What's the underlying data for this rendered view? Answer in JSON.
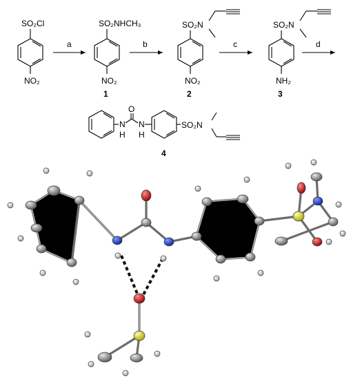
{
  "scheme": {
    "start": {
      "group": "SO₂Cl",
      "para": "NO₂"
    },
    "steps": [
      "a",
      "b",
      "c",
      "d"
    ],
    "compound1": {
      "number": "1",
      "group": "SO₂NHCH₃",
      "para": "NO₂"
    },
    "compound2": {
      "number": "2",
      "group": "SO₂N",
      "para": "NO₂"
    },
    "compound3": {
      "number": "3",
      "group": "SO₂N",
      "para": "NH₂"
    },
    "compound4": {
      "number": "4",
      "urea_o": "O",
      "nh_left": "N",
      "h_left": "H",
      "nh_right": "N",
      "h_right": "H",
      "group": "SO₂N"
    }
  },
  "crystal": {
    "atom_colors": {
      "carbon": "#8a8a8a",
      "hydrogen": "#e2e2e2",
      "nitrogen": "#1133dd",
      "oxygen": "#dd1111",
      "sulfur": "#e6e600"
    }
  }
}
